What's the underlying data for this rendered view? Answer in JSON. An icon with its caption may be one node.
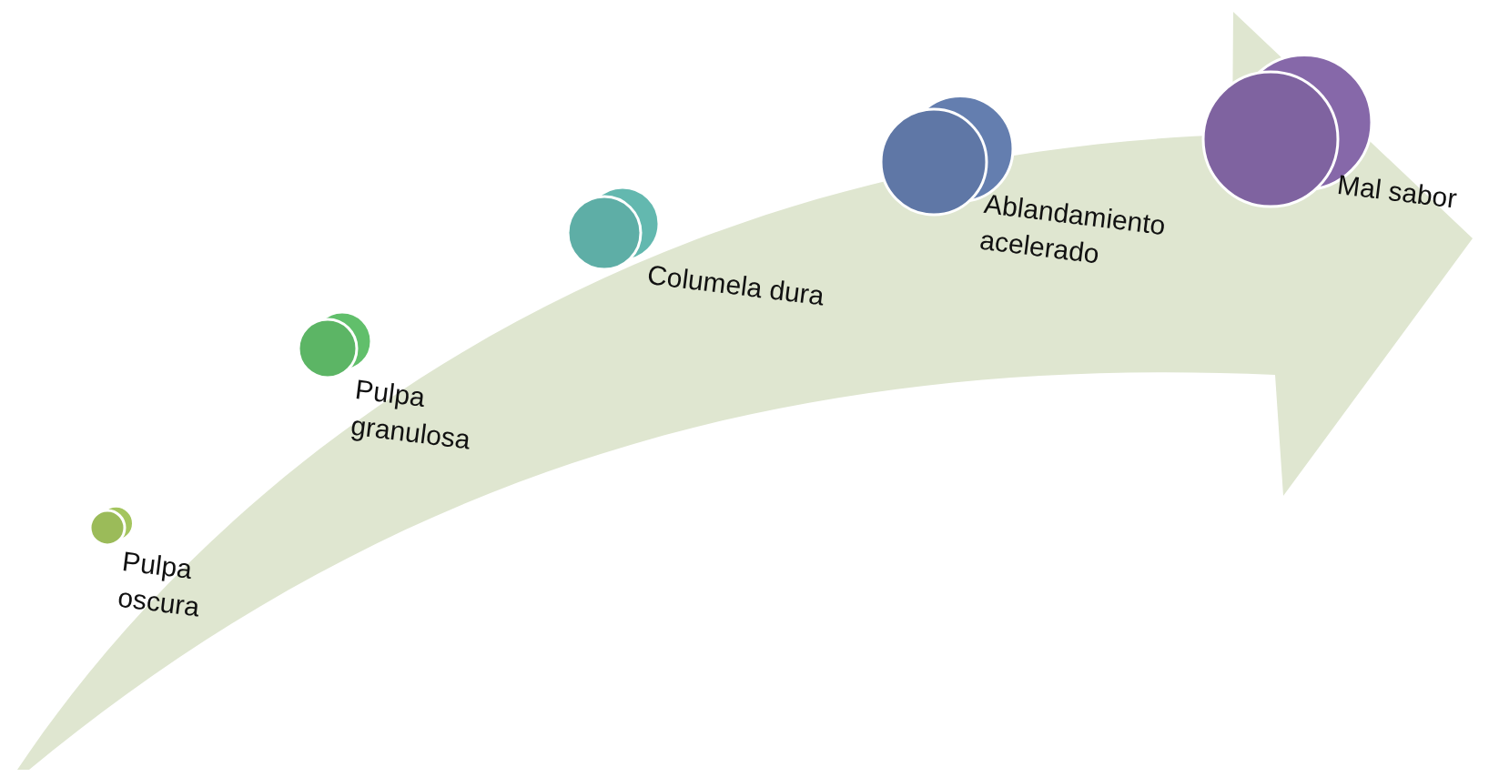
{
  "diagram": {
    "nodes": [
      {
        "text": [],
        "shape": "circle",
        "beside": [
          "Pulpa oscura"
        ]
      },
      {
        "text": [],
        "shape": "circle",
        "beside": [
          "Pulpa granulosa"
        ]
      },
      {
        "text": [],
        "shape": "circle",
        "beside": [
          "Columela dura"
        ]
      },
      {
        "text": [],
        "shape": "circle",
        "beside": [
          "Ablandamiento acelerado"
        ]
      },
      {
        "text": [],
        "shape": "circle",
        "beside": [
          "Mal sabor"
        ]
      }
    ]
  }
}
